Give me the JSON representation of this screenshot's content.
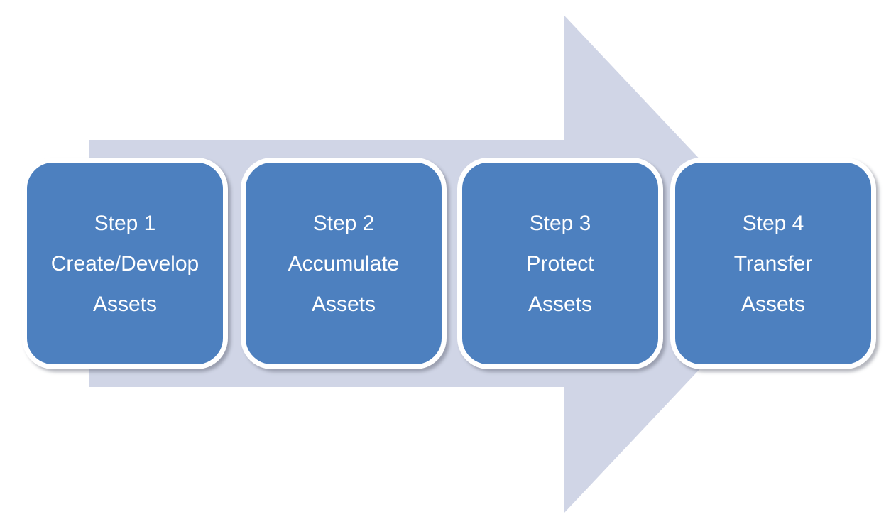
{
  "diagram": {
    "type": "process-flow",
    "arrow": {
      "direction": "right",
      "color": "#d0d5e6"
    },
    "box": {
      "fill": "#4d80bf",
      "border_color": "#ffffff",
      "text_color": "#ffffff"
    },
    "steps": [
      {
        "lines": [
          "Step 1",
          "Create/Develop",
          "Assets"
        ]
      },
      {
        "lines": [
          "Step 2",
          "Accumulate",
          "Assets"
        ]
      },
      {
        "lines": [
          "Step 3",
          "Protect",
          "Assets"
        ]
      },
      {
        "lines": [
          "Step 4",
          "Transfer",
          "Assets"
        ]
      }
    ]
  }
}
